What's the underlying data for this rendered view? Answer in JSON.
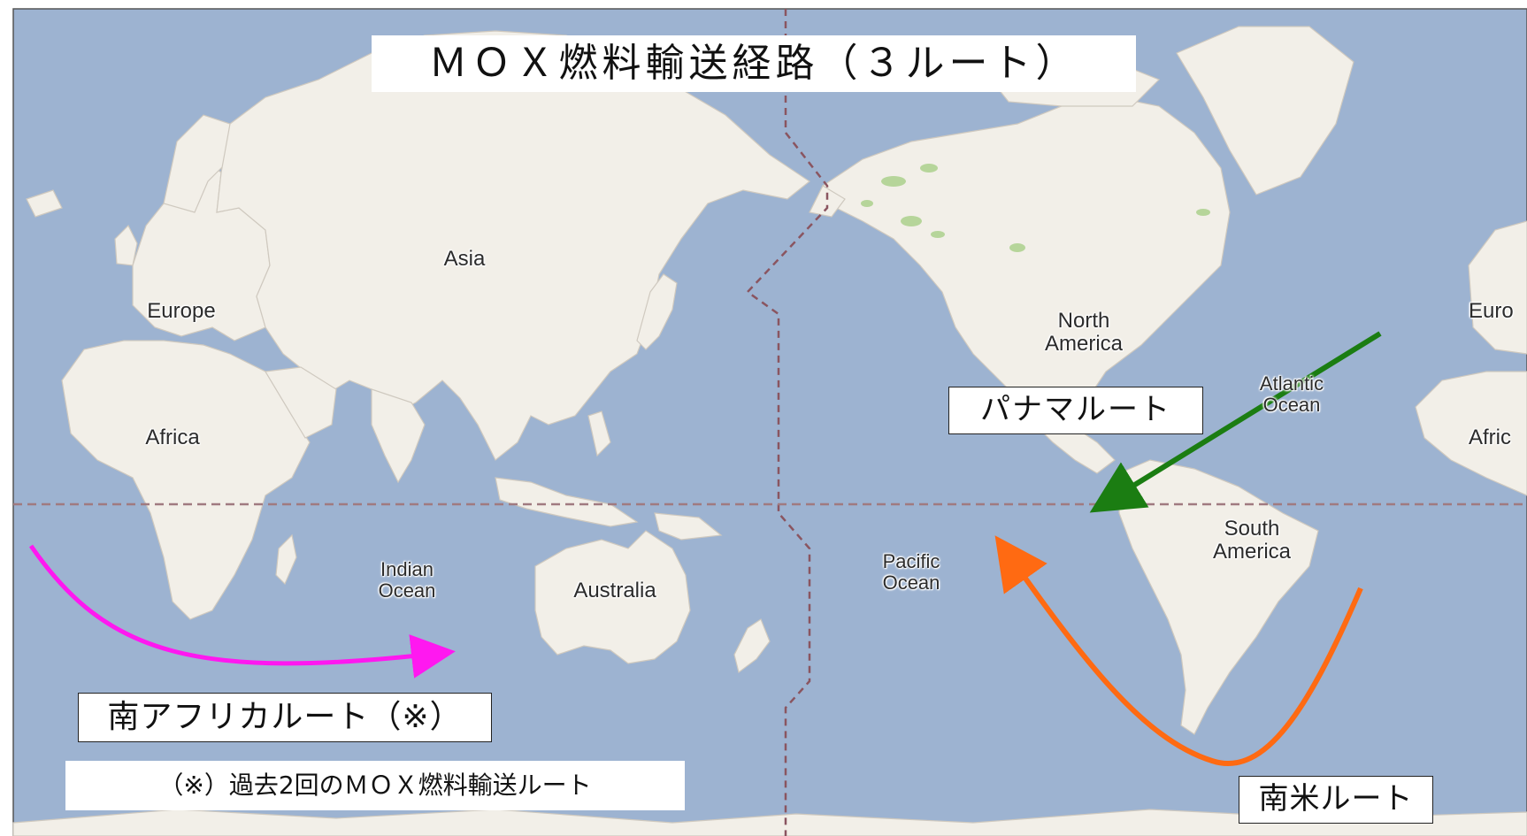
{
  "map": {
    "title": "ＭＯＸ燃料輸送経路（３ルート）",
    "continents": {
      "asia": "Asia",
      "europe": "Europe",
      "europe_right": "Euro",
      "africa": "Africa",
      "africa_right": "Afric",
      "north_america": "North\nAmerica",
      "south_america": "South\nAmerica",
      "australia": "Australia"
    },
    "oceans": {
      "indian": "Indian\nOcean",
      "pacific": "Pacific\nOcean",
      "atlantic": "Atlantic\nOcean"
    },
    "routes": [
      {
        "name": "パナマルート",
        "color": "#1b7d12"
      },
      {
        "name": "南米ルート",
        "color": "#ff6a12"
      },
      {
        "name": "南アフリカルート（※）",
        "color": "#ff18f0"
      }
    ],
    "note": "（※）過去2回のＭＯＸ燃料輸送ルート",
    "colors": {
      "ocean": "#9db3d1",
      "land": "#f2efe8",
      "dateline": "#8a5560",
      "equator": "#a07a80"
    }
  }
}
